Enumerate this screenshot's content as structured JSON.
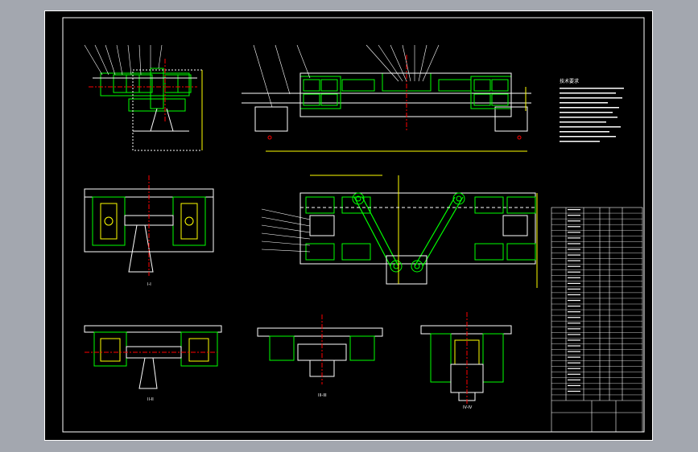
{
  "drawing": {
    "background": "#000000",
    "frame_color": "#ffffff",
    "line_color": "#00ff00",
    "detail_color": "#ffff00",
    "annotation_color": "#ffffff",
    "red_color": "#ff0000",
    "section_labels": [
      "I-I",
      "II-II",
      "III-III",
      "IV-IV"
    ],
    "notes_heading": "技术要求",
    "title_block_rows": 34
  }
}
